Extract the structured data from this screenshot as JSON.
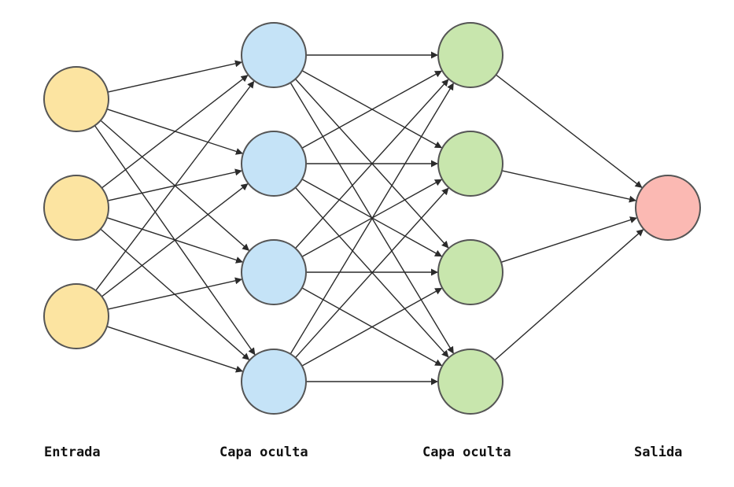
{
  "layers": [
    {
      "label": "Entrada",
      "nodes": 3,
      "color": "#fce4a1"
    },
    {
      "label": "Capa oculta",
      "nodes": 4,
      "color": "#c5e3f7"
    },
    {
      "label": "Capa oculta",
      "nodes": 4,
      "color": "#c8e6ad"
    },
    {
      "label": "Salida",
      "nodes": 1,
      "color": "#fbb9b3"
    }
  ],
  "connections": "fully-connected",
  "colors": {
    "edge": "#2b2b2b",
    "node_stroke": "#555555",
    "background": "#ffffff"
  }
}
